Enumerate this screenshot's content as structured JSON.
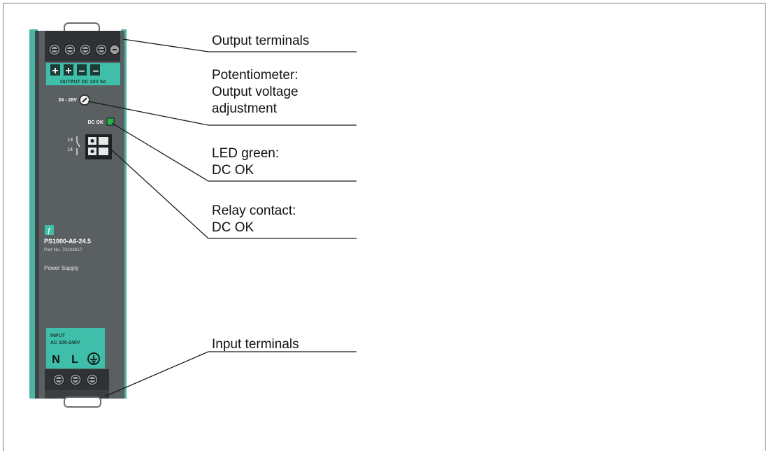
{
  "device": {
    "output_signs": [
      "+",
      "+",
      "–",
      "–"
    ],
    "output_label": "OUTPUT DC 24V 5A",
    "voltage_range": "24 - 28V",
    "dc_ok_label": "DC OK",
    "relay_pin_top": "13",
    "relay_pin_bottom": "14",
    "model": "PS1000-A6-24.5",
    "part_no": "Part No. 70103617",
    "product_type": "Power Supply",
    "input_label_1": "INPUT",
    "input_label_2": "AC 100-240V",
    "input_letter_n": "N",
    "input_letter_l": "L",
    "brand_logo_glyph": "f",
    "colors": {
      "housing": "#5a5f62",
      "housing_dark": "#3b3f42",
      "terminal_block": "#2f3336",
      "label_green": "#3fbfa9",
      "side_rail": "#4db3a3",
      "led_green": "#27b34a"
    }
  },
  "callouts": {
    "output_terminals": "Output terminals",
    "potentiometer": [
      "Potentiometer:",
      "Output voltage",
      "adjustment"
    ],
    "led": [
      "LED green:",
      "DC OK"
    ],
    "relay": [
      "Relay contact:",
      "DC OK"
    ],
    "input_terminals": "Input terminals"
  }
}
